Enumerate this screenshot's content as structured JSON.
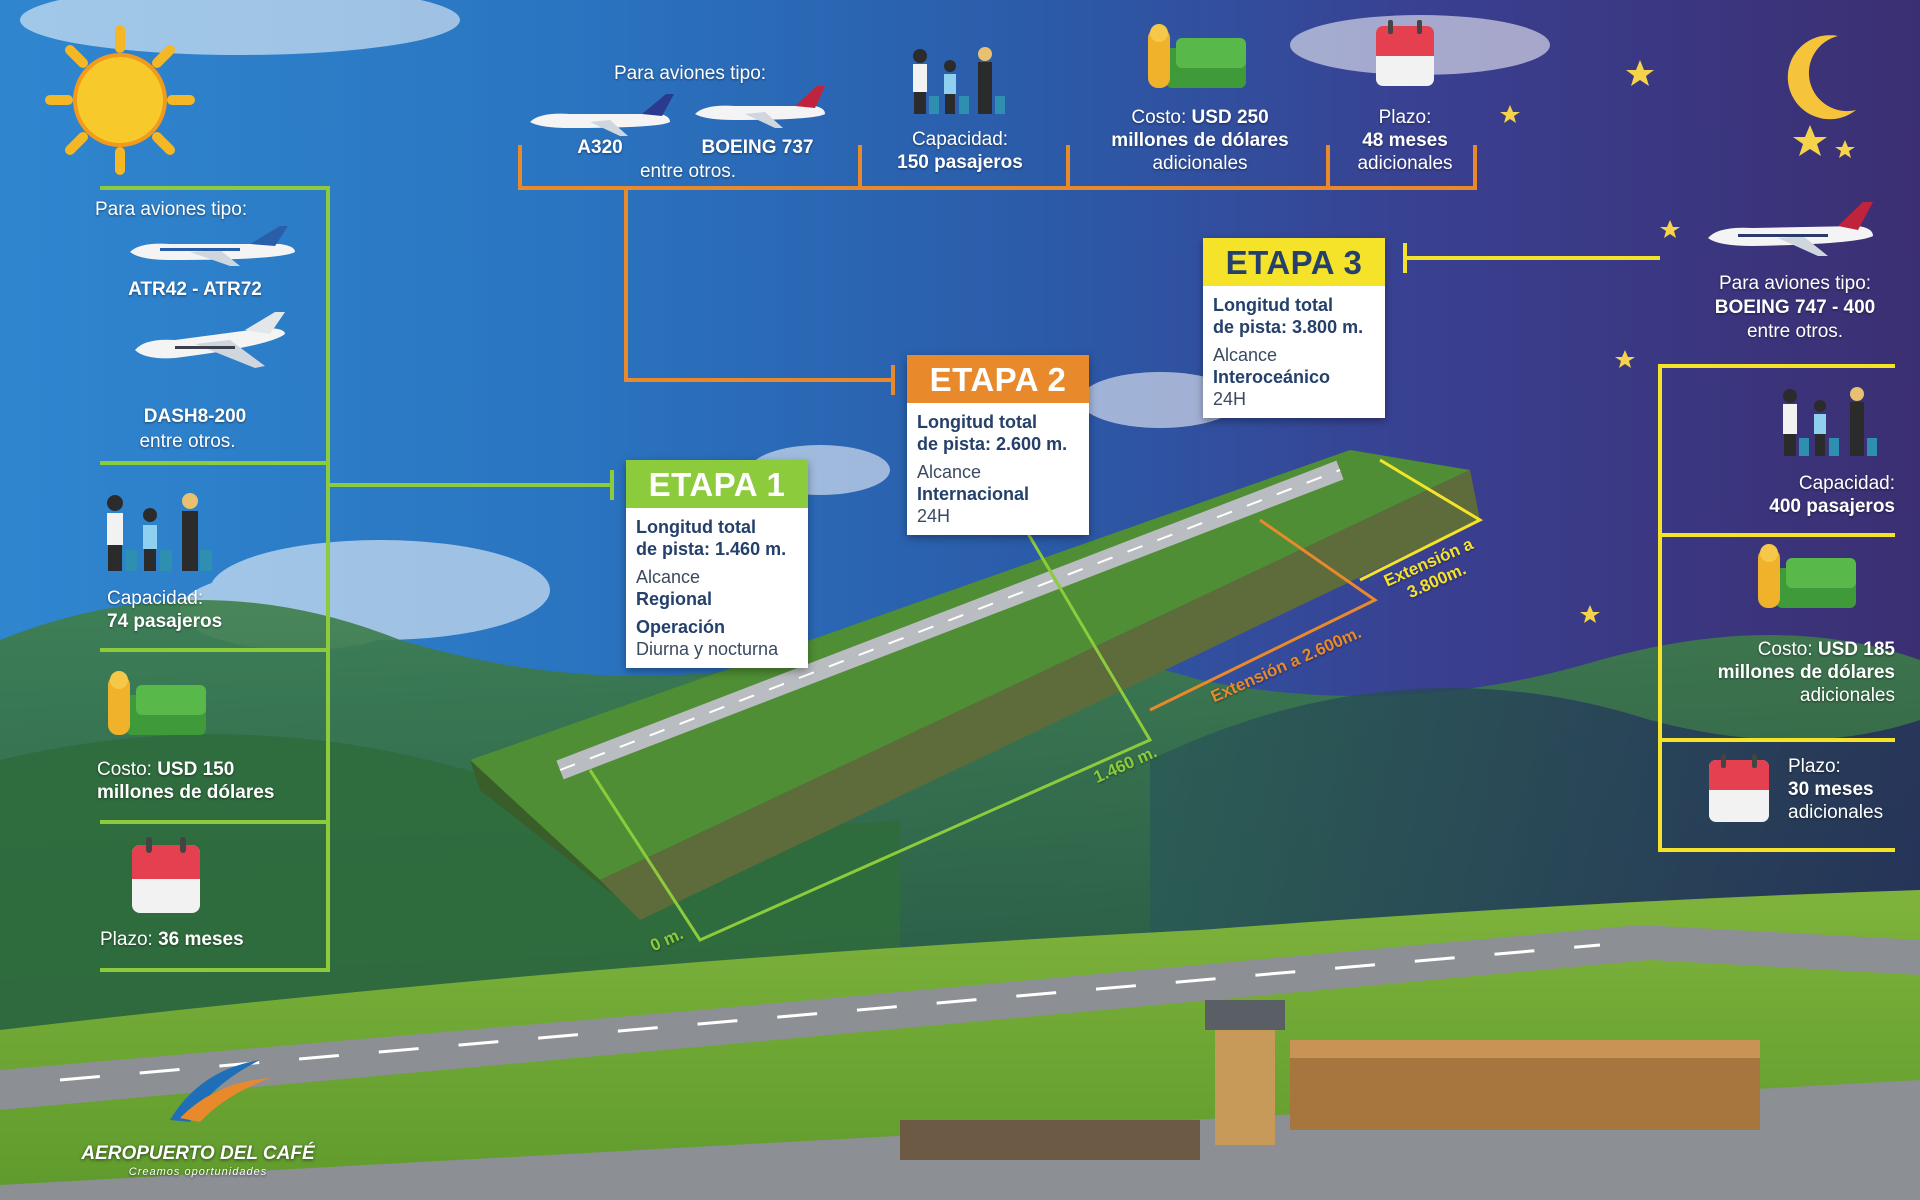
{
  "colors": {
    "green": "#8ccc3c",
    "orange": "#e8892b",
    "yellow": "#f5e32a",
    "navy": "#24406b"
  },
  "left": {
    "aircraft_title": "Para aviones tipo:",
    "plane1": "ATR42 - ATR72",
    "plane2": "DASH8-200",
    "plane_note": "entre otros.",
    "capacity_label": "Capacidad:",
    "capacity_value": "74 pasajeros",
    "cost_label": "Costo:",
    "cost_value": "USD 150",
    "cost_value2": "millones de dólares",
    "term_label": "Plazo:",
    "term_value": "36 meses"
  },
  "top": {
    "aircraft_title": "Para aviones tipo:",
    "plane1": "A320",
    "plane2": "BOEING 737",
    "plane_note": "entre otros.",
    "capacity_label": "Capacidad:",
    "capacity_value": "150 pasajeros",
    "cost_label": "Costo:",
    "cost_value": "USD 250",
    "cost_value2": "millones de dólares",
    "cost_value3": "adicionales",
    "term_label": "Plazo:",
    "term_value": "48 meses",
    "term_value2": "adicionales"
  },
  "right": {
    "aircraft_title": "Para aviones tipo:",
    "plane1": "BOEING 747 - 400",
    "plane_note": "entre otros.",
    "capacity_label": "Capacidad:",
    "capacity_value": "400 pasajeros",
    "cost_label": "Costo:",
    "cost_value": "USD 185",
    "cost_value2": "millones de dólares",
    "cost_value3": "adicionales",
    "term_label": "Plazo:",
    "term_value": "30 meses",
    "term_value2": "adicionales"
  },
  "stage1": {
    "title": "ETAPA 1",
    "length_label": "Longitud total",
    "length_label2": "de pista:",
    "length_value": "1.460 m.",
    "reach_label": "Alcance",
    "reach_value": "Regional",
    "operation_label": "Operación",
    "operation_value": "Diurna y nocturna"
  },
  "stage2": {
    "title": "ETAPA 2",
    "length_label": "Longitud total",
    "length_label2": "de pista:",
    "length_value": "2.600 m.",
    "reach_label": "Alcance",
    "reach_value": "Internacional",
    "hours": "24H"
  },
  "stage3": {
    "title": "ETAPA 3",
    "length_label": "Longitud total",
    "length_label2": "de pista:",
    "length_value": "3.800 m.",
    "reach_label": "Alcance",
    "reach_value": "Interoceánico",
    "hours": "24H"
  },
  "runway_labels": {
    "zero": "0 m.",
    "m1460": "1.460 m.",
    "ext2600": "Extensión a 2.600m.",
    "ext3800a": "Extensión a",
    "ext3800b": "3.800m."
  },
  "logo": {
    "name": "AEROPUERTO DEL CAFÉ",
    "slogan": "Creamos oportunidades"
  }
}
